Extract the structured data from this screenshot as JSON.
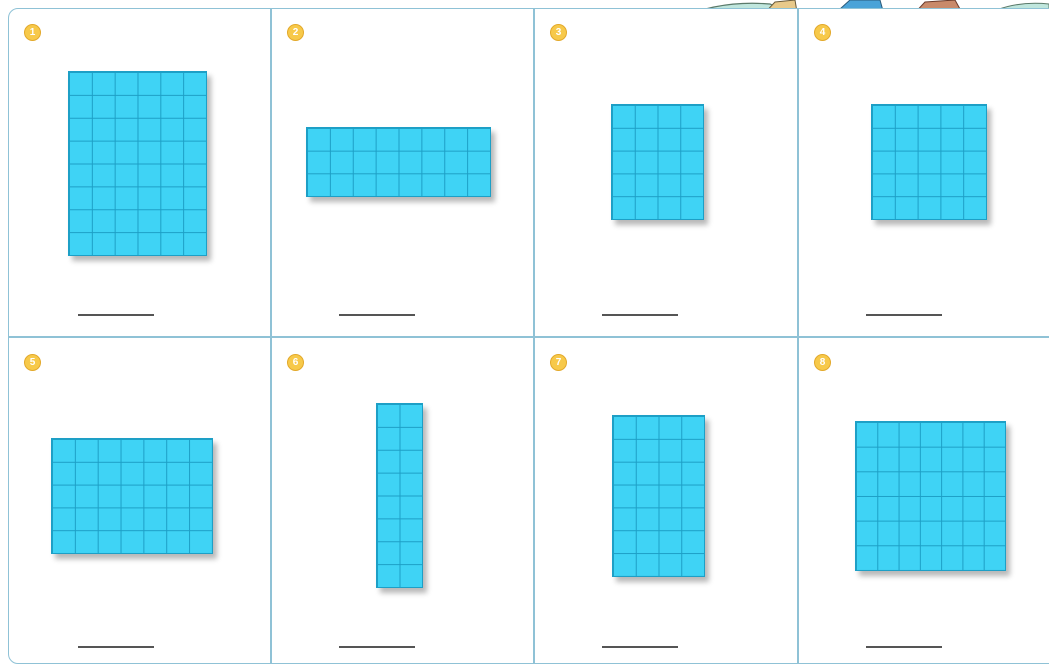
{
  "worksheet": {
    "problems": [
      {
        "number": "1",
        "rows": 8,
        "cols": 6
      },
      {
        "number": "2",
        "rows": 3,
        "cols": 8
      },
      {
        "number": "3",
        "rows": 5,
        "cols": 4
      },
      {
        "number": "4",
        "rows": 5,
        "cols": 5
      },
      {
        "number": "5",
        "rows": 5,
        "cols": 7
      },
      {
        "number": "6",
        "rows": 8,
        "cols": 2
      },
      {
        "number": "7",
        "rows": 7,
        "cols": 4
      },
      {
        "number": "8",
        "rows": 6,
        "cols": 7
      }
    ]
  },
  "colors": {
    "array_fill": "#3fd3f5",
    "grid_line": "#1d9fc6",
    "badge": "#f7c94a",
    "frame": "#8fc2d6"
  }
}
